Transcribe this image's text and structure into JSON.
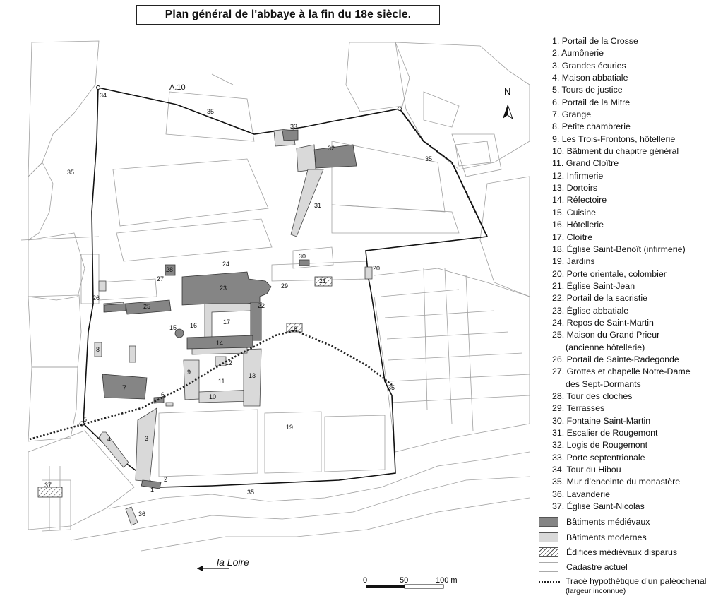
{
  "title": "Plan général de l'abbaye à la fin du 18e siècle.",
  "legend_items": [
    "1. Portail de la Crosse",
    "2. Aumônerie",
    "3. Grandes écuries",
    "4. Maison abbatiale",
    "5. Tours de justice",
    "6. Portail de la Mitre",
    "7. Grange",
    "8. Petite chambrerie",
    "9. Les Trois-Frontons, hôtellerie",
    "10. Bâtiment du chapitre général",
    "11. Grand Cloître",
    "12. Infirmerie",
    "13. Dortoirs",
    "14. Réfectoire",
    "15. Cuisine",
    "16. Hôtellerie",
    "17. Cloître",
    "18. Église Saint-Benoît (infirmerie)",
    "19. Jardins",
    "20. Porte orientale, colombier",
    "21. Église Saint-Jean",
    "22. Portail de la sacristie",
    "23. Église abbatiale",
    "24. Repos de Saint-Martin",
    "25. Maison du Grand Prieur",
    "(ancienne hôtellerie)",
    "26. Portail de Sainte-Radegonde",
    "27. Grottes et chapelle Notre-Dame",
    "des Sept-Dormants",
    "28. Tour des cloches",
    "29. Terrasses",
    "30. Fontaine Saint-Martin",
    "31. Escalier de Rougemont",
    "32. Logis de Rougemont",
    "33. Porte septentrionale",
    "34. Tour du Hibou",
    "35. Mur d’enceinte du monastère",
    "36. Lavanderie",
    "37. Église Saint-Nicolas"
  ],
  "key": {
    "medieval": "Bâtiments médiévaux",
    "modern": "Bâtiments modernes",
    "lost": "Édifices médiévaux disparus",
    "cadastre": "Cadastre actuel",
    "paleo": "Tracé hypothétique d’un paléochenal",
    "paleo_note": "(largeur inconnue)"
  },
  "parcel_label": "A.10",
  "north": "N",
  "river": "la Loire",
  "scale": {
    "zero": "0",
    "mid": "50",
    "end": "100 m"
  },
  "colors": {
    "medieval": "#858585",
    "modern": "#d9d9d9",
    "line": "#111111",
    "cadastre": "#9a9a9a"
  },
  "map_labels": {
    "n1": "1",
    "n2": "2",
    "n3": "3",
    "n4": "4",
    "n5": "5",
    "n6": "6",
    "n7": "7",
    "n8": "8",
    "n9": "9",
    "n10": "10",
    "n11": "11",
    "n12": "12",
    "n13": "13",
    "n14": "14",
    "n15": "15",
    "n16": "16",
    "n17": "17",
    "n18": "18",
    "n19": "19",
    "n20": "20",
    "n21": "21",
    "n22": "22",
    "n23": "23",
    "n24": "24",
    "n25": "25",
    "n26": "26",
    "n27": "27",
    "n28": "28",
    "n29": "29",
    "n30": "30",
    "n31": "31",
    "n32": "32",
    "n33": "33",
    "n34": "34",
    "n35": "35",
    "n36": "36",
    "n37": "37"
  }
}
